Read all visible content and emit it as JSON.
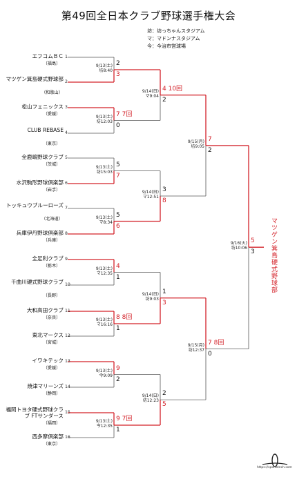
{
  "title": "第49回全日本クラブ野球選手権大会",
  "venues": [
    "坊：坊っちゃんスタジアム",
    "マ：マドンナスタジアム",
    "今：今治市営球場"
  ],
  "teams": [
    {
      "num": "1",
      "name": "エフコムＢＣ",
      "pref": "（福島）"
    },
    {
      "num": "2",
      "name": "マツゲン箕島硬式野球部",
      "pref": "（和歌山）"
    },
    {
      "num": "3",
      "name": "松山フェニックス",
      "pref": "（愛媛）"
    },
    {
      "num": "4",
      "name": "CLUB REBASE",
      "pref": "（東京）"
    },
    {
      "num": "5",
      "name": "全鹿嶋野球クラブ",
      "pref": "（茨城）"
    },
    {
      "num": "6",
      "name": "水沢駒形野球倶楽部",
      "pref": "（岩手）"
    },
    {
      "num": "7",
      "name": "トッキュウブルーローズ",
      "pref": "（北海道）"
    },
    {
      "num": "8",
      "name": "兵庫伊丹野球倶楽部",
      "pref": "（兵庫）"
    },
    {
      "num": "9",
      "name": "全足利クラブ",
      "pref": "（栃木）"
    },
    {
      "num": "10",
      "name": "千曲川硬式野球クラブ",
      "pref": "（長野）"
    },
    {
      "num": "11",
      "name": "大和高田クラブ",
      "pref": "（奈良）"
    },
    {
      "num": "12",
      "name": "東北マークス",
      "pref": "（宮城）"
    },
    {
      "num": "13",
      "name": "イワキテック",
      "pref": "（愛媛）"
    },
    {
      "num": "14",
      "name": "焼津マリーンズ",
      "pref": "（静岡）"
    },
    {
      "num": "15",
      "name": "福岡トヨタ硬式野球クラブ FTサンダース",
      "pref": "（福岡）"
    },
    {
      "num": "16",
      "name": "西多摩倶楽部",
      "pref": "（東京）"
    }
  ],
  "round1": [
    {
      "date": "9/13(土)",
      "place": "坊8:40",
      "top": "2",
      "bottom": "3",
      "win": "bottom"
    },
    {
      "date": "9/13(土)",
      "place": "坊12:03",
      "top": "7 7回",
      "bottom": "0",
      "win": "top"
    },
    {
      "date": "9/13(土)",
      "place": "坊15:03",
      "top": "5",
      "bottom": "7",
      "win": "bottom"
    },
    {
      "date": "9/13(土)",
      "place": "マ8:34",
      "top": "5",
      "bottom": "6",
      "win": "bottom"
    },
    {
      "date": "9/13(土)",
      "place": "マ12:35",
      "top": "4",
      "bottom": "1",
      "win": "top"
    },
    {
      "date": "9/13(土)",
      "place": "マ16:16",
      "top": "8 8回",
      "bottom": "1",
      "win": "top"
    },
    {
      "date": "9/13(土)",
      "place": "今9:09",
      "top": "9",
      "bottom": "2",
      "win": "top"
    },
    {
      "date": "9/13(土)",
      "place": "今12:35",
      "top": "9 7回",
      "bottom": "1",
      "win": "top"
    }
  ],
  "round2": [
    {
      "date": "9/14(日)",
      "place": "マ9:04",
      "top": "4 10回",
      "bottom": "2",
      "win": "top"
    },
    {
      "date": "9/14(日)",
      "place": "マ12:51",
      "top": "3",
      "bottom": "8",
      "win": "bottom"
    },
    {
      "date": "9/14(日)",
      "place": "坊9:03",
      "top": "1",
      "bottom": "3",
      "win": "bottom"
    },
    {
      "date": "9/14(日)",
      "place": "坊12:23",
      "top": "2",
      "bottom": "5",
      "win": "bottom"
    }
  ],
  "semis": [
    {
      "date": "9/15(月)",
      "place": "坊9:05",
      "top": "7",
      "bottom": "2",
      "win": "top"
    },
    {
      "date": "9/15(月)",
      "place": "坊12:37",
      "top": "7 8回",
      "bottom": "0",
      "win": "top"
    }
  ],
  "final": {
    "date": "9/16(火)",
    "place": "坊10:06",
    "top": "5",
    "bottom": "3",
    "win": "top"
  },
  "champion": "マツゲン箕島硬式野球部",
  "site": "https://sportstech.com",
  "colors": {
    "win": "#d32028",
    "line": "#555555"
  }
}
